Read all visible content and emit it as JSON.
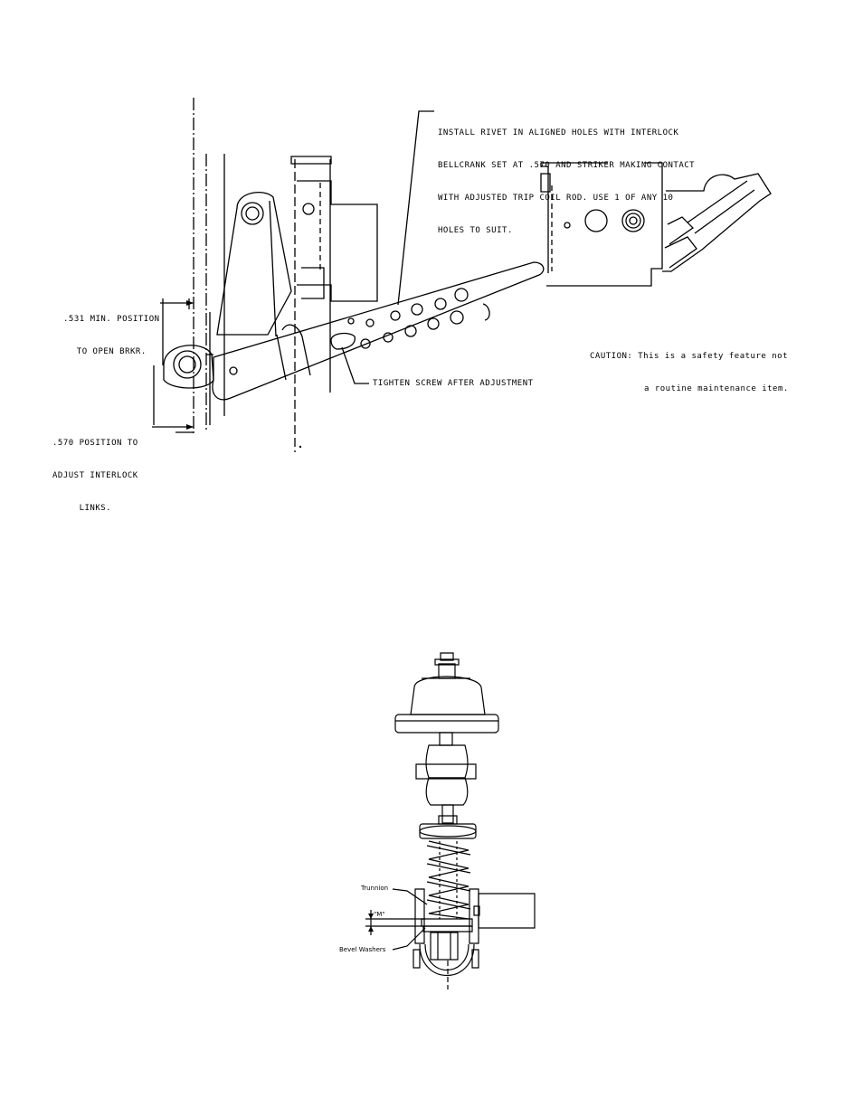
{
  "figure1": {
    "note_install": [
      "INSTALL RIVET IN ALIGNED HOLES WITH INTERLOCK",
      "BELLCRANK SET AT .570 AND STRIKER MAKING CONTACT",
      "WITH ADJUSTED TRIP COIL ROD. USE 1 OF ANY 10",
      "HOLES TO SUIT."
    ],
    "note_min_position": [
      ".531 MIN. POSITION",
      "TO OPEN BRKR."
    ],
    "note_adjust_position": [
      ".570 POSITION TO",
      "ADJUST INTERLOCK",
      "LINKS."
    ],
    "note_tighten": "TIGHTEN SCREW AFTER ADJUSTMENT",
    "note_caution": [
      "CAUTION: This is a safety feature not",
      "a routine maintenance item."
    ]
  },
  "figure2": {
    "label_trunnion": "Trunnion",
    "label_dimension": "\"M\"",
    "label_bevel_washers": "Bevel Washers"
  }
}
